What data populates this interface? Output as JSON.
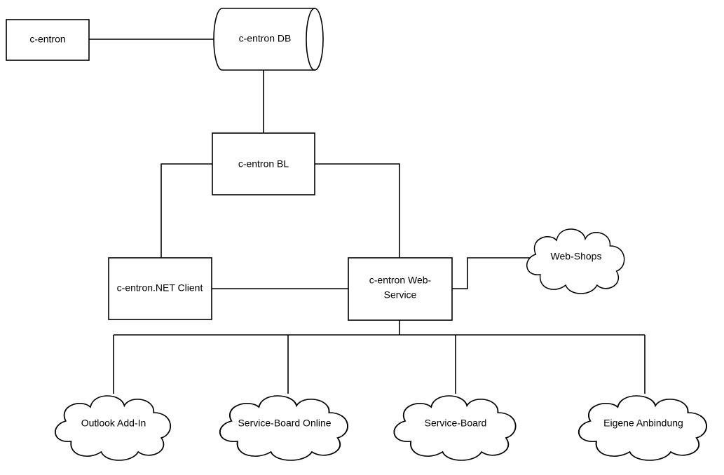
{
  "diagram": {
    "nodes": {
      "centron": {
        "label": "c-entron"
      },
      "db": {
        "label": "c-entron DB"
      },
      "bl": {
        "label": "c-entron BL"
      },
      "client": {
        "label": "c-entron.NET Client"
      },
      "webservice": {
        "label_line1": "c-entron Web-",
        "label_line2": "Service"
      },
      "webshops": {
        "label": "Web-Shops"
      },
      "outlook": {
        "label": "Outlook Add-In"
      },
      "sbonline": {
        "label": "Service-Board Online"
      },
      "sb": {
        "label": "Service-Board"
      },
      "eigene": {
        "label": "Eigene Anbindung"
      }
    },
    "connections": [
      {
        "from": "centron",
        "to": "db"
      },
      {
        "from": "db",
        "to": "bl"
      },
      {
        "from": "bl",
        "to": "client"
      },
      {
        "from": "bl",
        "to": "webservice"
      },
      {
        "from": "client",
        "to": "webservice"
      },
      {
        "from": "webservice",
        "to": "webshops"
      },
      {
        "from": "webservice",
        "to": "outlook"
      },
      {
        "from": "webservice",
        "to": "sbonline"
      },
      {
        "from": "webservice",
        "to": "sb"
      },
      {
        "from": "webservice",
        "to": "eigene"
      }
    ]
  }
}
